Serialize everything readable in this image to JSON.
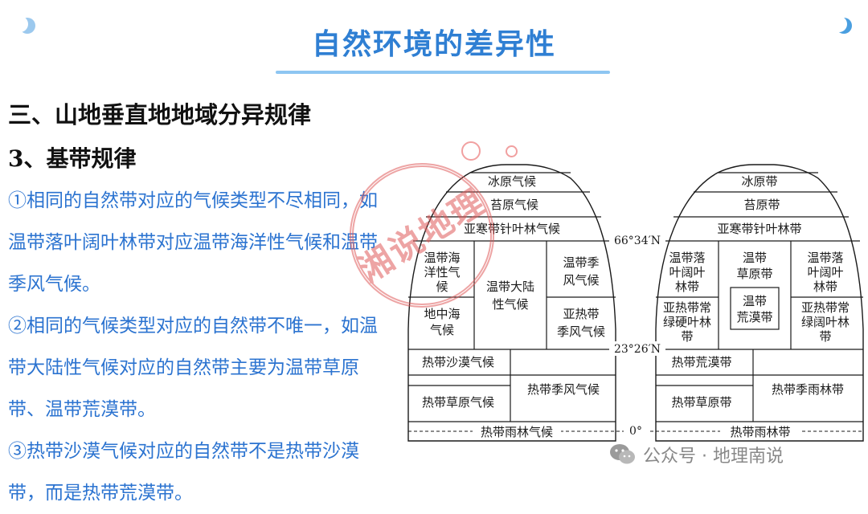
{
  "header": {
    "title": "自然环境的差异性"
  },
  "section": {
    "heading": "三、山地垂直地地域分异规律",
    "sub_heading": "3、基带规律"
  },
  "points": [
    "①相同的自然带对应的气候类型不尽相同，如温带落叶阔叶林带对应温带海洋性气候和温带季风气候。",
    "②相同的气候类型对应的自然带不唯一，如温带大陆性气候对应的自然带主要为温带草原带、温带荒漠带。",
    "③热带沙漠气候对应的自然带不是热带沙漠带，而是热带荒漠带。"
  ],
  "diagram": {
    "latitudes": {
      "arctic": "66°34′N",
      "tropic": "23°26′N",
      "equator": "0°"
    },
    "climate": {
      "ice": "冰原气候",
      "tundra": "苔原气候",
      "subarctic": "亚寒带针叶林气候",
      "maritime": [
        "温带海",
        "洋性气",
        "候"
      ],
      "mediterranean": [
        "地中海",
        "气候"
      ],
      "continental": [
        "温带大陆",
        "性气候"
      ],
      "temperate_monsoon": [
        "温带季",
        "风气候"
      ],
      "subtropical_monsoon": [
        "亚热带",
        "季风气候"
      ],
      "tropical_desert": "热带沙漠气候",
      "tropical_grassland": "热带草原气候",
      "tropical_monsoon": "热带季风气候",
      "rainforest": "热带雨林气候"
    },
    "zone": {
      "ice": "冰原带",
      "tundra": "苔原带",
      "taiga": "亚寒带针叶林带",
      "deciduous_left": [
        "温带落",
        "叶阔叶",
        "林带"
      ],
      "sclerophyll": [
        "亚热带常",
        "绿硬叶林",
        "带"
      ],
      "steppe": [
        "温带",
        "草原带"
      ],
      "temperate_desert": [
        "温带",
        "荒漠带"
      ],
      "deciduous_right": [
        "温带落",
        "叶阔叶",
        "林带"
      ],
      "evergreen": [
        "亚热带常",
        "绿阔叶林",
        "带"
      ],
      "tropical_desert": "热带荒漠带",
      "savanna": "热带草原带",
      "monsoon_forest": "热带季雨林带",
      "rainforest": "热带雨林带"
    }
  },
  "stamp": {
    "text": "湘说地理"
  },
  "watermark": {
    "text": "公众号 · 地理南说"
  },
  "colors": {
    "title": "#2f7fd3",
    "point_text": "#2b73d0",
    "stamp": "#e05b5b"
  }
}
